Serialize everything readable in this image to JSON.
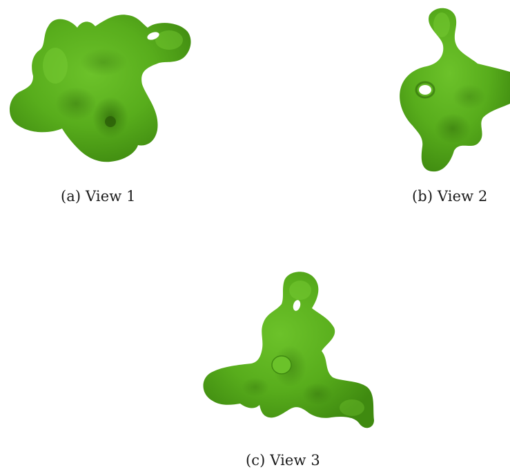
{
  "figure": {
    "colors": {
      "body": "#5cb21e",
      "highlight": "#7ccf34",
      "shadow": "#3a7d0f"
    },
    "panels": [
      {
        "id": "a",
        "caption": "(a) View 1"
      },
      {
        "id": "b",
        "caption": "(b) View 2"
      },
      {
        "id": "c",
        "caption": "(c) View 3"
      }
    ]
  }
}
